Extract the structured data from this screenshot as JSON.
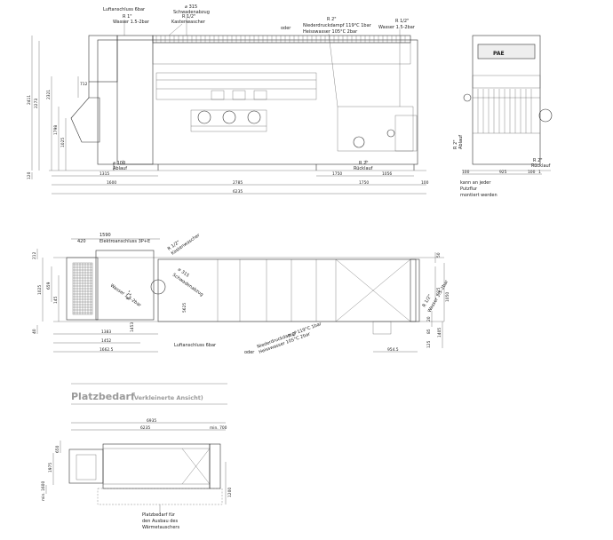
{
  "side_view": {
    "labels": {
      "air_connection": "Luftanschluss 6bar",
      "vapor_dn": "⌀ 315",
      "vapor_exhaust": "Schwadenabzug",
      "water_in_r1": "R 1\"",
      "water_in_desc": "Wasser 1.5-2bar",
      "tank_wash_r": "R 1/2\"",
      "tank_wash_desc": "Kastenwascher",
      "steam_r": "R 2\"",
      "steam_desc": "Niederdruckdampf 119°C 1bar",
      "or": "oder",
      "hot_water_desc": "Heisswasser 105°C 2bar",
      "water_r_right": "R 1/2\"",
      "water_desc_right": "Wasser 1.5-2bar",
      "drain_dn": "⌀ 100",
      "drain": "Ablauf",
      "return_r": "R 2\"",
      "return": "Rücklauf"
    },
    "dims_vertical": [
      "2411",
      "2273",
      "2321",
      "1798",
      "1025",
      "712",
      "120"
    ],
    "dims_horizontal_row1": [
      "1315",
      "1750",
      "1056"
    ],
    "dims_horizontal_row2": [
      "1600",
      "2785",
      "1750",
      "100"
    ],
    "dim_total": "6235"
  },
  "end_view": {
    "brand": "PAE",
    "labels": {
      "return_r": "R 2\"",
      "return": "Rücklauf",
      "ablauf_r": "R 2\"",
      "ablauf": "Ablauf",
      "note_line1": "kann an jeder",
      "note_line2": "Putzflur",
      "note_line3": "montiert werden"
    },
    "dims": [
      "100",
      "925",
      "100",
      "1"
    ]
  },
  "top_view": {
    "labels": {
      "dim_1590": "1590",
      "dim_420": "420",
      "electrical": "Elektroanschluss 3P+E",
      "r_half": "R 1/2\"",
      "tank_wash": "Kastenwascher",
      "vapor_dn": "⌀ 315",
      "vapor_exhaust": "Schwadenabzug",
      "r_1": "R 1\"",
      "water": "Wasser 1.5-2bar",
      "air_connection": "Luftanschluss 6bar",
      "steam_r": "R 2\"",
      "steam_desc": "Niederdruckdampf 119°C 1bar",
      "or": "oder",
      "hot_water_desc": "Heisswasser 105°C 2bar",
      "r_half_right": "R 1/2\"",
      "water_right": "Wasser 1.5-2bar"
    },
    "dims_left": [
      "212",
      "1025",
      "659",
      "145",
      "40"
    ],
    "dims_inner": [
      "5625",
      "1453"
    ],
    "dims_bottom": [
      "1383",
      "1452",
      "1662.5"
    ],
    "dims_right": [
      "50",
      "925",
      "1050",
      "20",
      "85",
      "1405",
      "125"
    ],
    "dim_9545": "954.5"
  },
  "space_required": {
    "title": "Platzbedarf",
    "subtitle": "(Verkleinerte Ansicht)",
    "dims_top": [
      "6935",
      "6235",
      "min. 700"
    ],
    "dims_left": [
      "650",
      "1975",
      "min. 1600"
    ],
    "dim_right": "1200",
    "note_line1": "Platzbedarf für",
    "note_line2": "den Ausbau des",
    "note_line3": "Wärmetauschers"
  }
}
